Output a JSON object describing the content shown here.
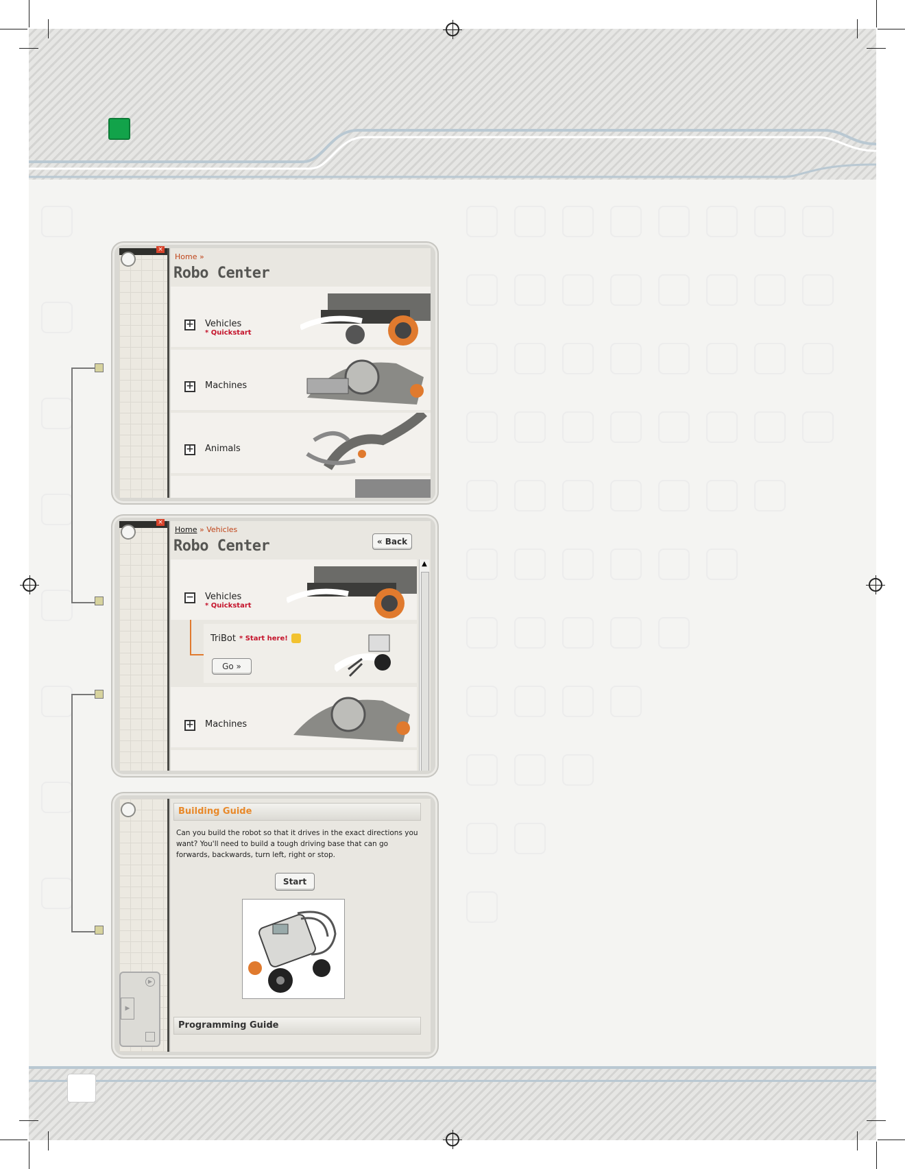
{
  "panel1": {
    "breadcrumb_home": "Home",
    "breadcrumb_sep": " »",
    "title": "Robo Center",
    "categories": [
      {
        "label": "Vehicles",
        "sub": "* Quickstart",
        "toggle": "+"
      },
      {
        "label": "Machines",
        "sub": "",
        "toggle": "+"
      },
      {
        "label": "Animals",
        "sub": "",
        "toggle": "+"
      }
    ]
  },
  "panel2": {
    "breadcrumb_home": "Home",
    "breadcrumb_rest": " » Vehicles",
    "title": "Robo Center",
    "back_label": "« Back",
    "vehicles": {
      "label": "Vehicles",
      "sub": "* Quickstart",
      "toggle": "−"
    },
    "tribot": {
      "label": "TriBot",
      "star": "* Start here!",
      "go_label": "Go »"
    },
    "machines": {
      "label": "Machines",
      "toggle": "+"
    }
  },
  "panel3": {
    "section_title": "Building Guide",
    "description": "Can you build the robot so that it drives in the exact directions you want? You'll need to build a tough driving base that can go forwards, backwards, turn left, right or stop.",
    "start_label": "Start",
    "programming_title": "Programming Guide"
  },
  "colors": {
    "accent_orange": "#e8892a",
    "red_text": "#c4122a",
    "green_marker": "#12a34a"
  }
}
